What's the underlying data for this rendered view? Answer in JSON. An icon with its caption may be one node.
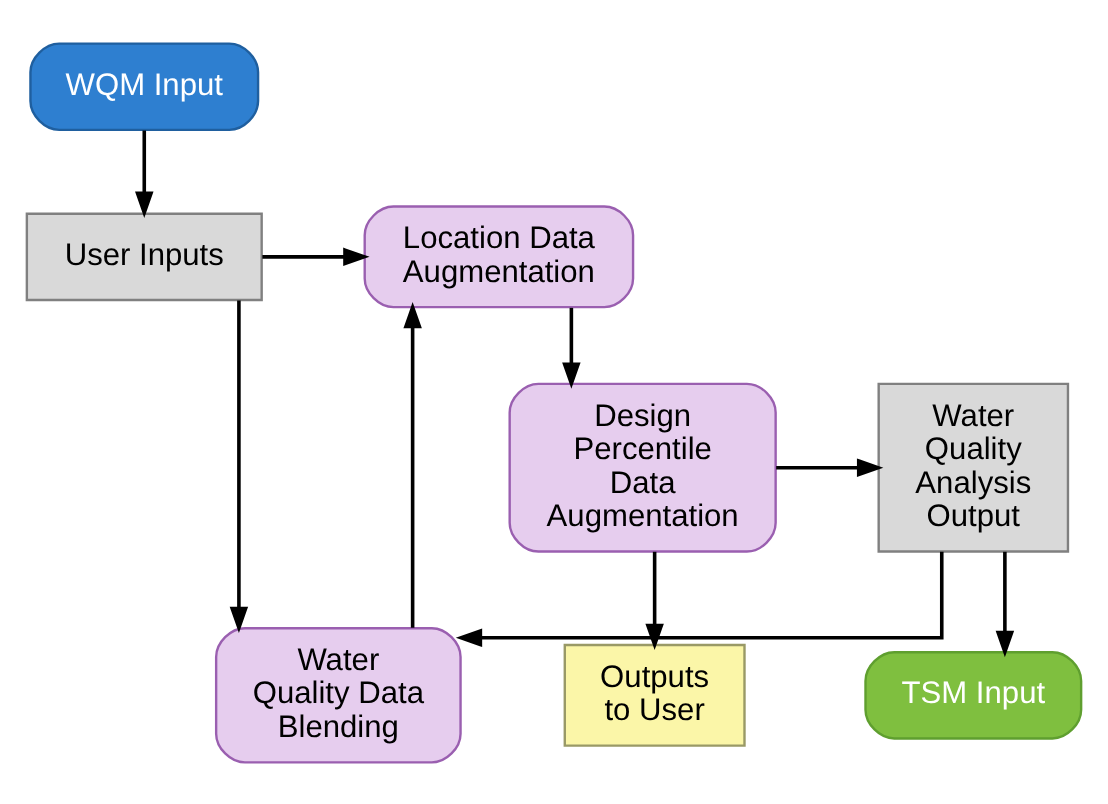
{
  "diagram": {
    "nodes": [
      {
        "text": [
          "WQM Input"
        ]
      },
      {
        "text": [
          "User Inputs"
        ]
      },
      {
        "text": [
          "Location Data Augmentation"
        ]
      },
      {
        "text": [
          "Water Quality Data Blending"
        ]
      },
      {
        "text": [
          "Design Percentile Data Augmentation"
        ]
      },
      {
        "text": [
          "Water Quality Analysis Output"
        ]
      },
      {
        "text": [
          "Outputs to User"
        ]
      },
      {
        "text": [
          "TSM Input"
        ]
      }
    ],
    "edges": [
      {
        "from": 0,
        "to": 1,
        "arrow": "to"
      },
      {
        "from": 1,
        "to": 2,
        "arrow": "to"
      },
      {
        "from": 1,
        "to": 3,
        "arrow": "to"
      },
      {
        "from": 3,
        "to": 2,
        "arrow": "to"
      },
      {
        "from": 2,
        "to": 4,
        "arrow": "to"
      },
      {
        "from": 4,
        "to": 5,
        "arrow": "to"
      },
      {
        "from": 4,
        "to": 6,
        "arrow": "to"
      },
      {
        "from": 5,
        "to": 3,
        "arrow": "to"
      },
      {
        "from": 5,
        "to": 7,
        "arrow": "to"
      }
    ]
  }
}
